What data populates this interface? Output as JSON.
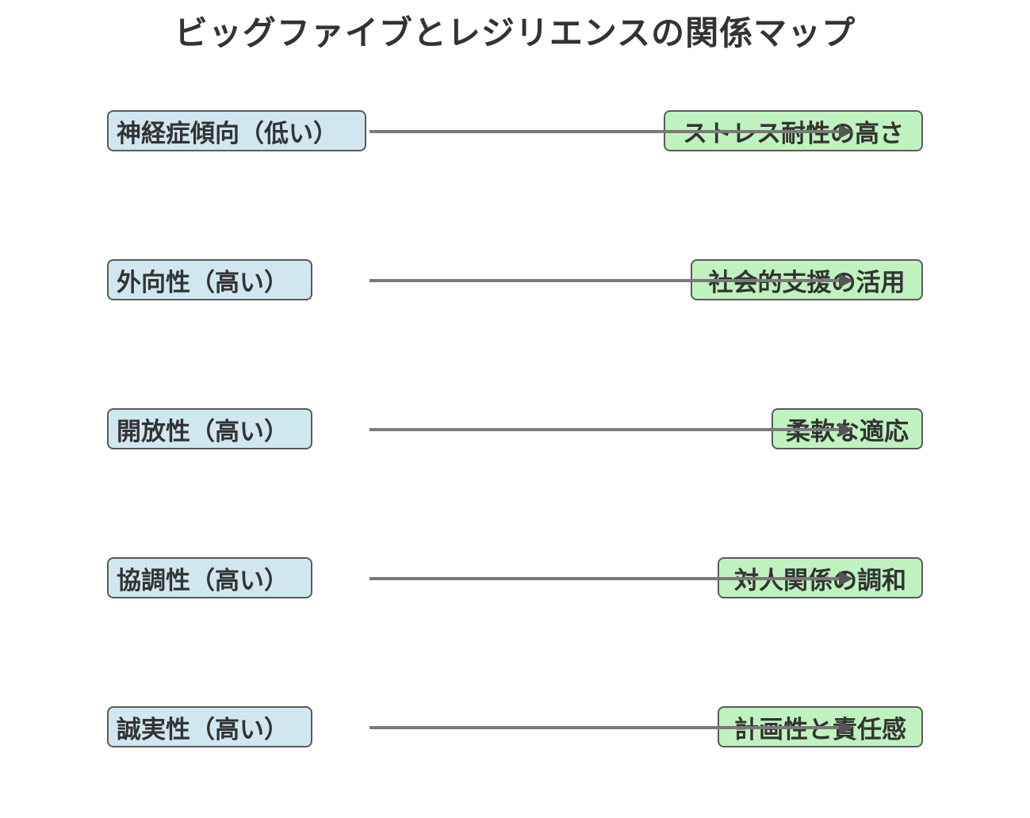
{
  "title": "ビッグファイブとレジリエンスの関係マップ",
  "relations": [
    {
      "trait": "神経症傾向（低い）",
      "outcome": "ストレス耐性の高さ"
    },
    {
      "trait": "外向性（高い）",
      "outcome": "社会的支援の活用"
    },
    {
      "trait": "開放性（高い）",
      "outcome": "柔軟な適応"
    },
    {
      "trait": "協調性（高い）",
      "outcome": "対人関係の調和"
    },
    {
      "trait": "誠実性（高い）",
      "outcome": "計画性と責任感"
    }
  ],
  "colors": {
    "trait_fill": "#d1e7f0",
    "outcome_fill": "#bff2bf",
    "edge": "#7a7a7a",
    "text": "#333333"
  }
}
